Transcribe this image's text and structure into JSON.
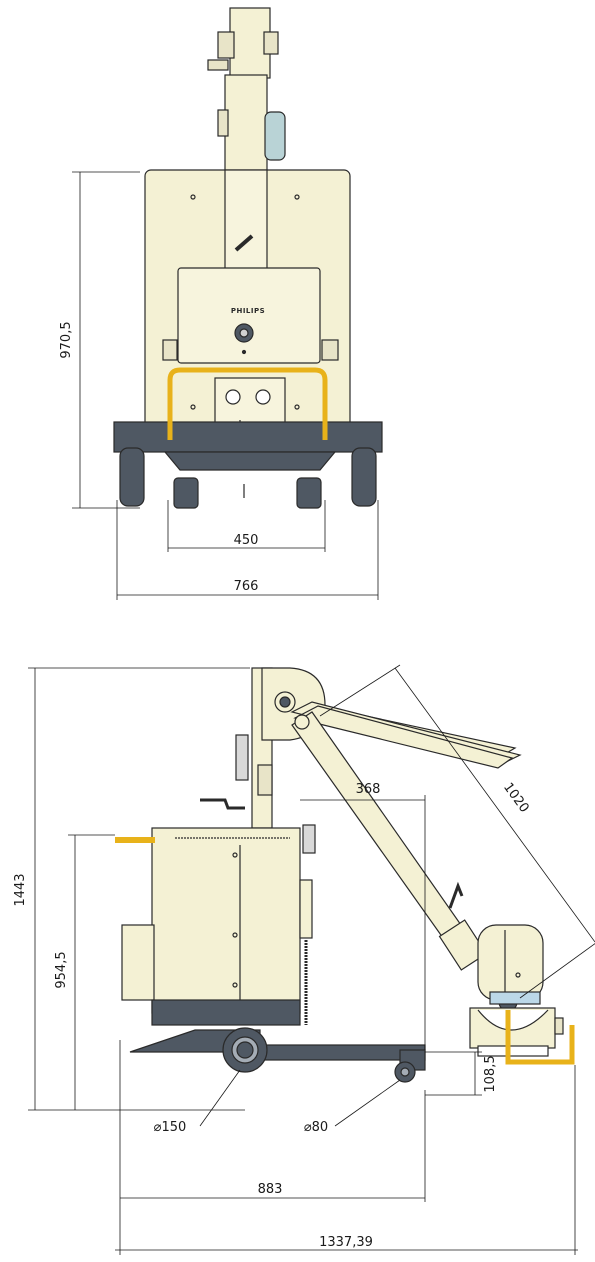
{
  "front_view": {
    "brand": "PHILIPS",
    "dimensions": {
      "height": "970,5",
      "wheel_track": "450",
      "width": "766"
    }
  },
  "side_view": {
    "dimensions": {
      "total_height": "1443",
      "body_height": "954,5",
      "arm_length": "1020",
      "front_offset": "368",
      "rear_wheel": "⌀150",
      "front_wheel": "⌀80",
      "ground_clearance": "108,5",
      "base_length": "883",
      "total_length": "1337,39"
    }
  },
  "colors": {
    "body": "#f4f1d4",
    "base": "#4f5863",
    "handle": "#e8b21a",
    "outline": "#2a2a2a"
  }
}
